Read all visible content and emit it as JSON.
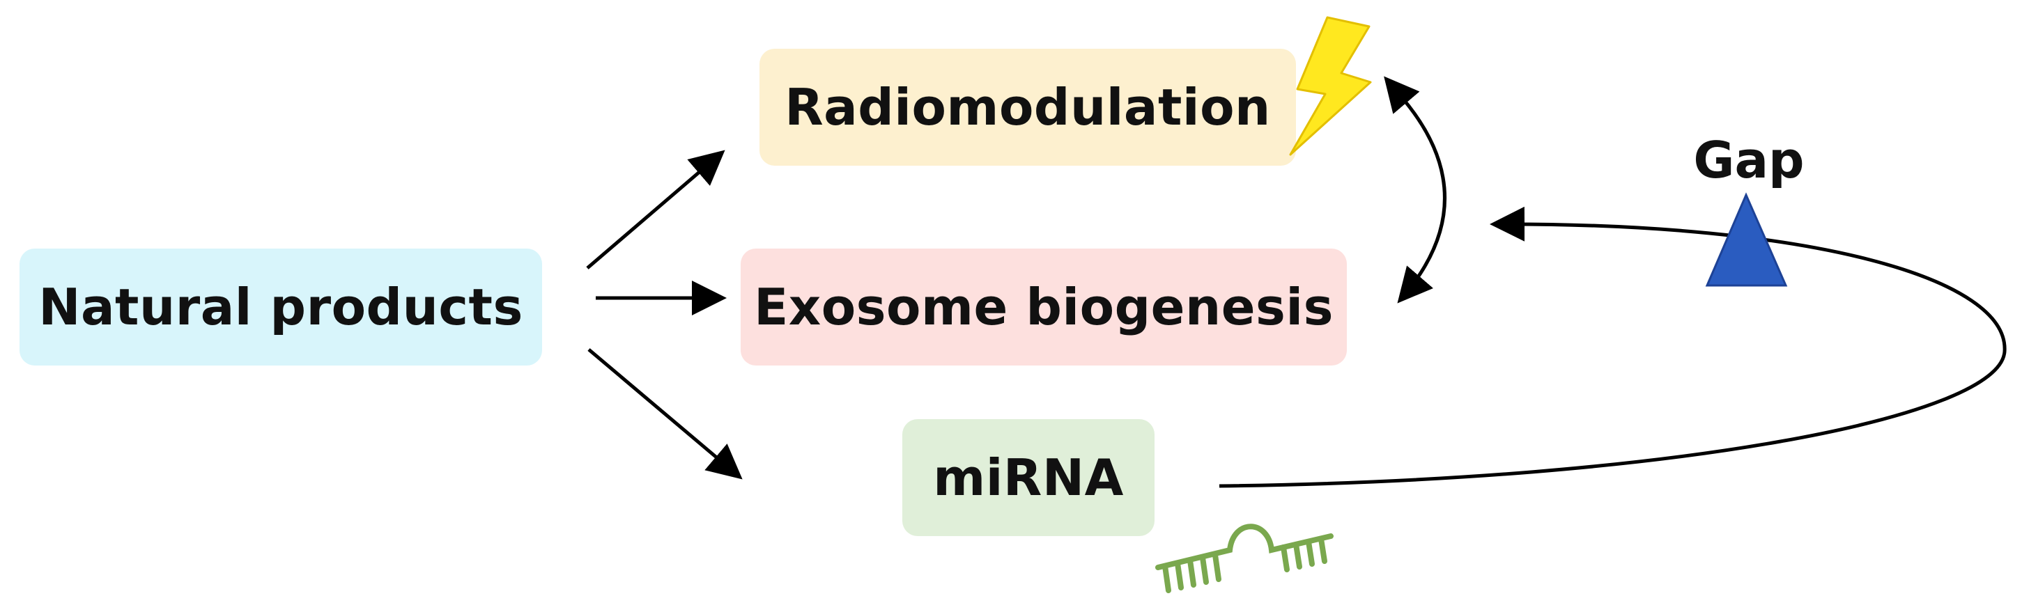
{
  "nodes": {
    "natural_products": {
      "label": "Natural products",
      "color": "#d8f5fb"
    },
    "radiomodulation": {
      "label": "Radiomodulation",
      "color": "#fdf0cf"
    },
    "exosome_biogenesis": {
      "label": "Exosome biogenesis",
      "color": "#fde0de"
    },
    "mirna": {
      "label": "miRNA",
      "color": "#e0efd9"
    }
  },
  "gap": {
    "label": "Gap",
    "color": "#2a5cc0",
    "stroke": "#1d4296"
  },
  "icons": {
    "lightning": {
      "name": "lightning-bolt-icon",
      "fill": "#ffe81f",
      "stroke": "#e3bf00"
    },
    "rna": {
      "name": "rna-hairpin-icon",
      "color": "#7aa84e"
    }
  },
  "edges": [
    {
      "from": "Natural products",
      "to": "Radiomodulation"
    },
    {
      "from": "Natural products",
      "to": "Exosome biogenesis"
    },
    {
      "from": "Natural products",
      "to": "miRNA"
    },
    {
      "from": "Radiomodulation",
      "to": "Exosome biogenesis",
      "bidirectional": true
    },
    {
      "from": "miRNA",
      "to": "Radiomodulation / Exosome biogenesis",
      "via": "Gap"
    }
  ]
}
